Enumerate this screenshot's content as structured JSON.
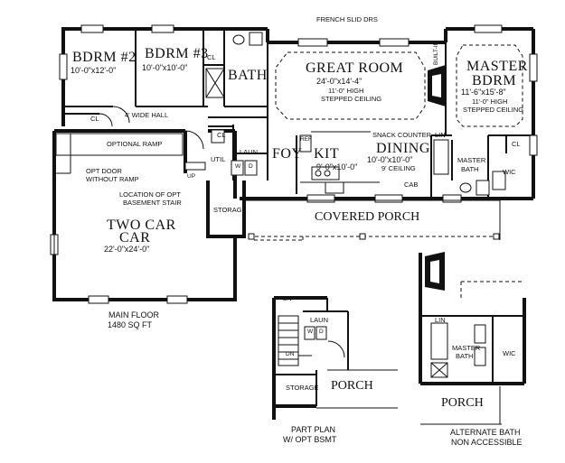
{
  "labels": {
    "french_sliding_doors": "FRENCH SLID DRS",
    "built_in": "BUILT-IN",
    "bdrm2_title": "BDRM #2",
    "bdrm2_dim": "10'-0\"x12'-0\"",
    "bdrm3_title": "BDRM #3",
    "bdrm3_dim": "10'-0\"x10'-0\"",
    "closet": "CL",
    "bath": "BATH",
    "great_room_title": "GREAT ROOM",
    "great_room_dim": "24'-0\"x14'-4\"",
    "great_room_high": "11'-0\" HIGH",
    "great_room_ceiling": "STEPPED CEILING",
    "master_title_1": "MASTER",
    "master_title_2": "BDRM",
    "master_dim": "11'-6\"x15'-8\"",
    "master_high": "11'-0\" HIGH",
    "master_ceiling": "STEPPED CEILING",
    "hall": "4' WIDE HALL",
    "optional_ramp": "OPTIONAL RAMP",
    "laun": "LAUN",
    "foy": "FOY",
    "ref": "REF",
    "kit": "KIT",
    "kit_dim": "9'-0\"x10'-0\"",
    "snack_counter": "SNACK COUNTER",
    "dining_title": "DINING",
    "dining_dim": "10'-0\"x10'-0\"",
    "dining_ceiling": "9' CEILING",
    "lin": "LIN",
    "master_bath_1": "MASTER",
    "master_bath_2": "BATH",
    "wic": "WIC",
    "cab": "CAB",
    "util": "UTIL",
    "washer": "W",
    "dryer": "D",
    "up": "UP",
    "dn": "DN",
    "opt_door_1": "OPT DOOR",
    "opt_door_2": "WITHOUT RAMP",
    "opt_stair_1": "LOCATION OF OPT",
    "opt_stair_2": "BASEMENT STAIR",
    "storage": "STORAGE",
    "covered_porch": "COVERED PORCH",
    "garage_1": "TWO CAR",
    "garage_2": "CAR",
    "garage_dim": "22'-0\"x24'-0\"",
    "main_floor_1": "MAIN FLOOR",
    "main_floor_2": "1480 SQ FT",
    "porch": "PORCH",
    "part_plan_1": "PART PLAN",
    "part_plan_2": "W/ OPT BSMT",
    "alt_bath_1": "ALTERNATE BATH",
    "alt_bath_2": "NON ACCESSIBLE"
  }
}
